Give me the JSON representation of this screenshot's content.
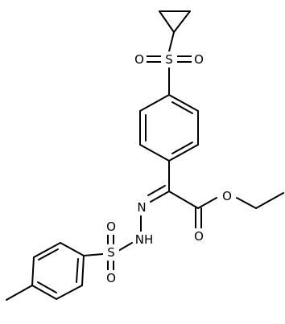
{
  "atoms": {
    "sulfone_top": {
      "symbol": "S"
    },
    "sulfone_top_o_left": {
      "symbol": "O"
    },
    "sulfone_top_o_right": {
      "symbol": "O"
    },
    "ester_o_single": {
      "symbol": "O"
    },
    "ester_o_double": {
      "symbol": "O"
    },
    "hydrazone_n": {
      "symbol": "N"
    },
    "hydrazone_nh": {
      "symbol": "NH"
    },
    "sulfonyl_s": {
      "symbol": "S"
    },
    "sulfonyl_o_top": {
      "symbol": "O"
    },
    "sulfonyl_o_bottom": {
      "symbol": "O"
    }
  },
  "colors": {
    "bond": "#000000",
    "label": "#000000",
    "background": "#ffffff"
  }
}
